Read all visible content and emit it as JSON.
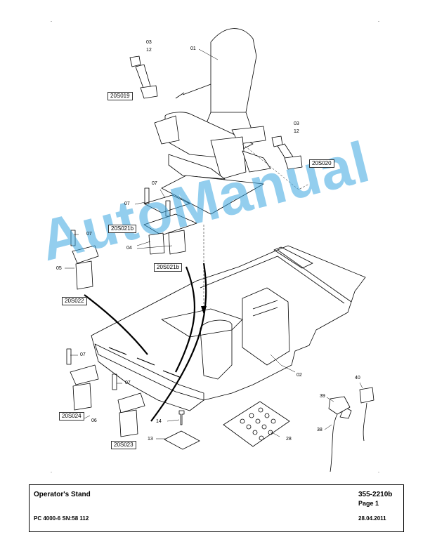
{
  "title_block": {
    "title": "Operator's Stand",
    "part_number": "355-2210b",
    "page": "Page 1",
    "machine": "PC 4000-6 SN:58 112",
    "date": "28.04.2011"
  },
  "watermark": "AutoManual",
  "callouts": {
    "c01": "01",
    "c02": "02",
    "c03a": "03",
    "c12a": "12",
    "c03b": "03",
    "c12b": "12",
    "c04": "04",
    "c05": "05",
    "c06": "06",
    "c07a": "07",
    "c07b": "07",
    "c07c": "07",
    "c07d": "07",
    "c07e": "07",
    "c13": "13",
    "c14": "14",
    "c28": "28",
    "c38": "38",
    "c39": "39",
    "c40": "40"
  },
  "references": {
    "r019": "20S019",
    "r020": "20S020",
    "r021b1": "20S021b",
    "r021b2": "20S021b",
    "r022": "20S022",
    "r023": "20S023",
    "r024": "20S024"
  },
  "colors": {
    "watermark": "#3aa6e0",
    "line": "#000000"
  }
}
